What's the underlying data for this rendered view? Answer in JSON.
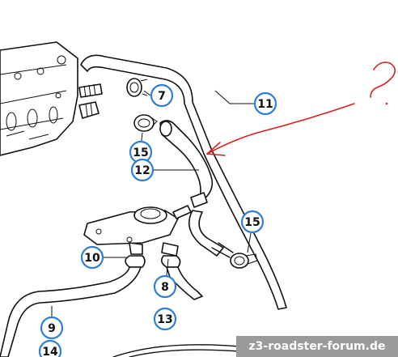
{
  "callouts": {
    "c7": "7",
    "c11": "11",
    "c15a": "15",
    "c12": "12",
    "c15b": "15",
    "c10": "10",
    "c8": "8",
    "c9": "9",
    "c13": "13",
    "c14": "14"
  },
  "watermark": {
    "text": "z3-roadster-forum.de"
  },
  "colors": {
    "callout_ring": "#2f7fd6",
    "annotation": "#d81f1f",
    "line_art": "#111111",
    "watermark_bg": "#9a9a9a"
  }
}
